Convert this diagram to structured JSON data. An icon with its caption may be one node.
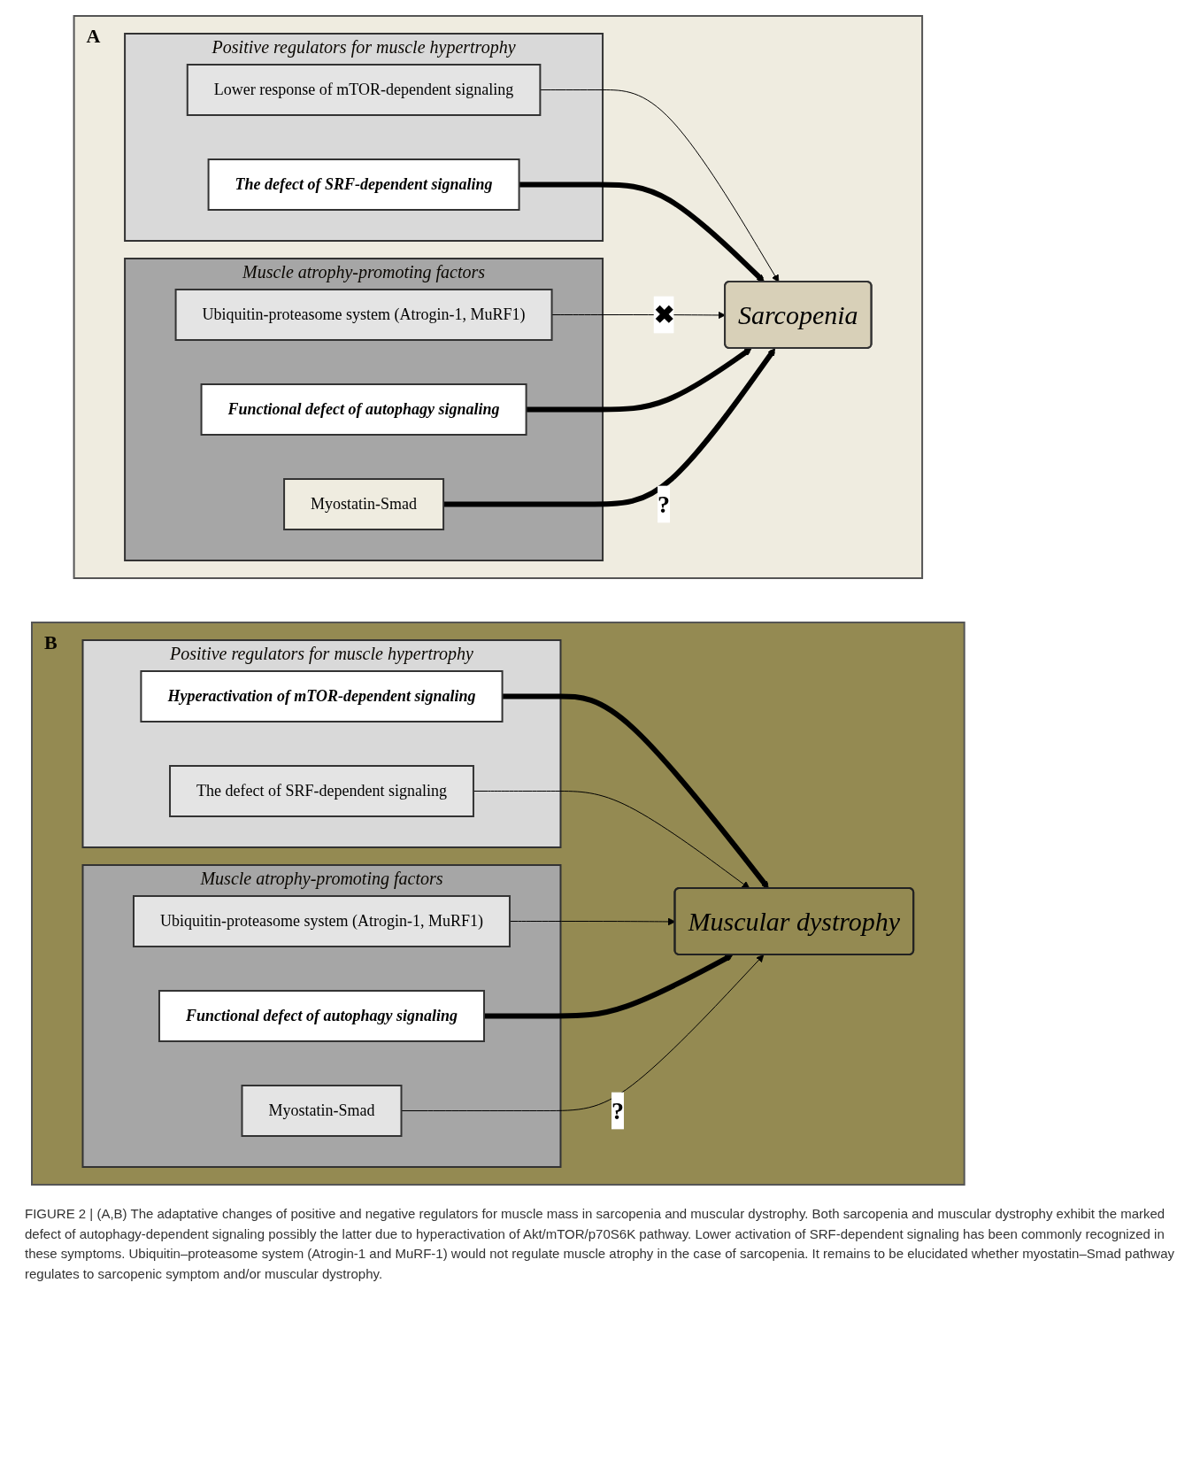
{
  "diagram": {
    "caption": "FIGURE 2 | (A,B) The adaptative changes of positive and negative regulators for muscle mass in sarcopenia and muscular dystrophy. Both sarcopenia and muscular dystrophy exhibit the marked defect of autophagy-dependent signaling possibly the latter due to hyperactivation of Akt/mTOR/p70S6K pathway. Lower activation of SRF-dependent signaling has been commonly recognized in these symptoms. Ubiquitin–proteasome system (Atrogin-1 and MuRF-1) would not regulate muscle atrophy in the case of sarcopenia. It remains to be elucidated whether myostatin–Smad pathway regulates to sarcopenic symptom and/or muscular dystrophy.",
    "nodes": [
      {
        "text": [
          "A"
        ]
      },
      {
        "text": [
          "Positive regulators for muscle hypertrophy"
        ],
        "in": 0
      },
      {
        "text": [
          "Lower response of mTOR-dependent signaling"
        ],
        "in": 1
      },
      {
        "text": [
          "The defect of SRF-dependent signaling"
        ],
        "in": 1
      },
      {
        "text": [
          "Sarcopenia"
        ],
        "in": 0
      },
      {
        "text": [
          "Muscle atrophy-promoting factors"
        ],
        "in": 0
      },
      {
        "text": [
          "Ubiquitin-proteasome system (Atrogin-1, MuRF1)"
        ],
        "in": 5
      },
      {
        "text": [
          "Functional defect of autophagy signaling"
        ],
        "in": 5
      },
      {
        "text": [
          "Myostatin-Smad"
        ],
        "in": 5
      },
      {
        "text": [
          "B"
        ]
      },
      {
        "text": [
          "Positive regulators for muscle hypertrophy"
        ],
        "in": 9
      },
      {
        "text": [
          "Hyperactivation of mTOR-dependent signaling"
        ],
        "in": 10
      },
      {
        "text": [
          "The defect of SRF-dependent signaling"
        ],
        "in": 10
      },
      {
        "text": [
          "Muscular dystrophy"
        ],
        "in": 9
      },
      {
        "text": [
          "Muscle atrophy-promoting factors"
        ],
        "in": 9
      },
      {
        "text": [
          "Ubiquitin-proteasome system (Atrogin-1, MuRF1)"
        ],
        "in": 14
      },
      {
        "text": [
          "Functional defect of autophagy signaling"
        ],
        "in": 14
      },
      {
        "text": [
          "Myostatin-Smad"
        ],
        "in": 14
      }
    ],
    "edges": [
      {
        "from": 2,
        "to": 4,
        "arrow": "to"
      },
      {
        "from": 3,
        "to": 4,
        "arrow": "to",
        "style": "thick"
      },
      {
        "from": 6,
        "to": 4,
        "arrow": "to",
        "label": "✖"
      },
      {
        "from": 7,
        "to": 4,
        "arrow": "to",
        "style": "thick"
      },
      {
        "from": 8,
        "to": 4,
        "arrow": "to",
        "label": "?",
        "style": "thick"
      },
      {
        "from": 11,
        "to": 13,
        "arrow": "to",
        "style": "thick"
      },
      {
        "from": 12,
        "to": 13,
        "arrow": "to"
      },
      {
        "from": 15,
        "to": 13,
        "arrow": "to"
      },
      {
        "from": 16,
        "to": 13,
        "arrow": "to",
        "style": "thick"
      },
      {
        "from": 17,
        "to": 13,
        "arrow": "to",
        "label": "?"
      }
    ]
  }
}
